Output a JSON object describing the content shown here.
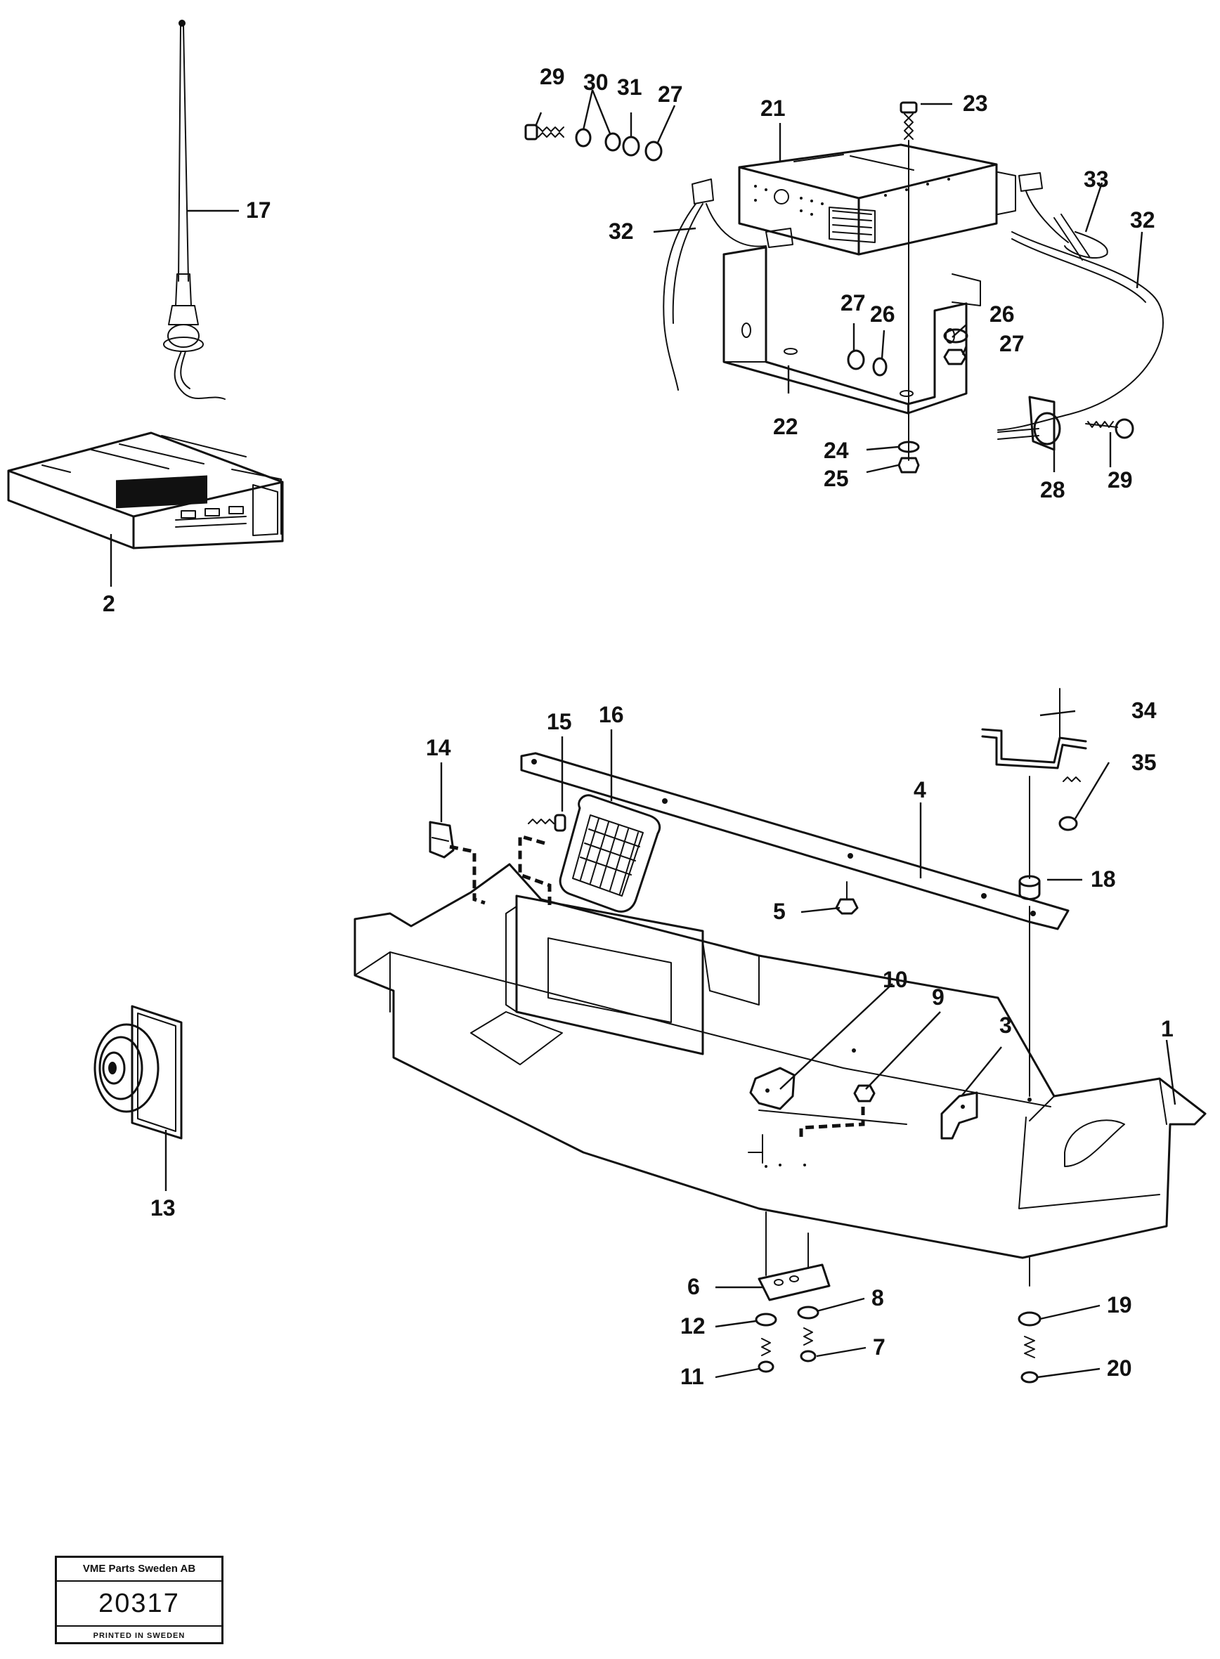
{
  "callouts": {
    "c1": "1",
    "c2": "2",
    "c3": "3",
    "c4": "4",
    "c5": "5",
    "c6": "6",
    "c7": "7",
    "c8": "8",
    "c9": "9",
    "c10": "10",
    "c11": "11",
    "c12": "12",
    "c13": "13",
    "c14": "14",
    "c15": "15",
    "c16": "16",
    "c17": "17",
    "c18": "18",
    "c19": "19",
    "c20": "20",
    "c21": "21",
    "c22": "22",
    "c23": "23",
    "c24": "24",
    "c25": "25",
    "c26a": "26",
    "c26b": "26",
    "c27a": "27",
    "c27b": "27",
    "c27c": "27",
    "c28": "28",
    "c29a": "29",
    "c29b": "29",
    "c30": "30",
    "c31": "31",
    "c32a": "32",
    "c32b": "32",
    "c33": "33",
    "c34": "34",
    "c35": "35"
  },
  "stamp": {
    "company": "VME Parts Sweden AB",
    "number": "20317",
    "printed": "PRINTED IN SWEDEN"
  }
}
